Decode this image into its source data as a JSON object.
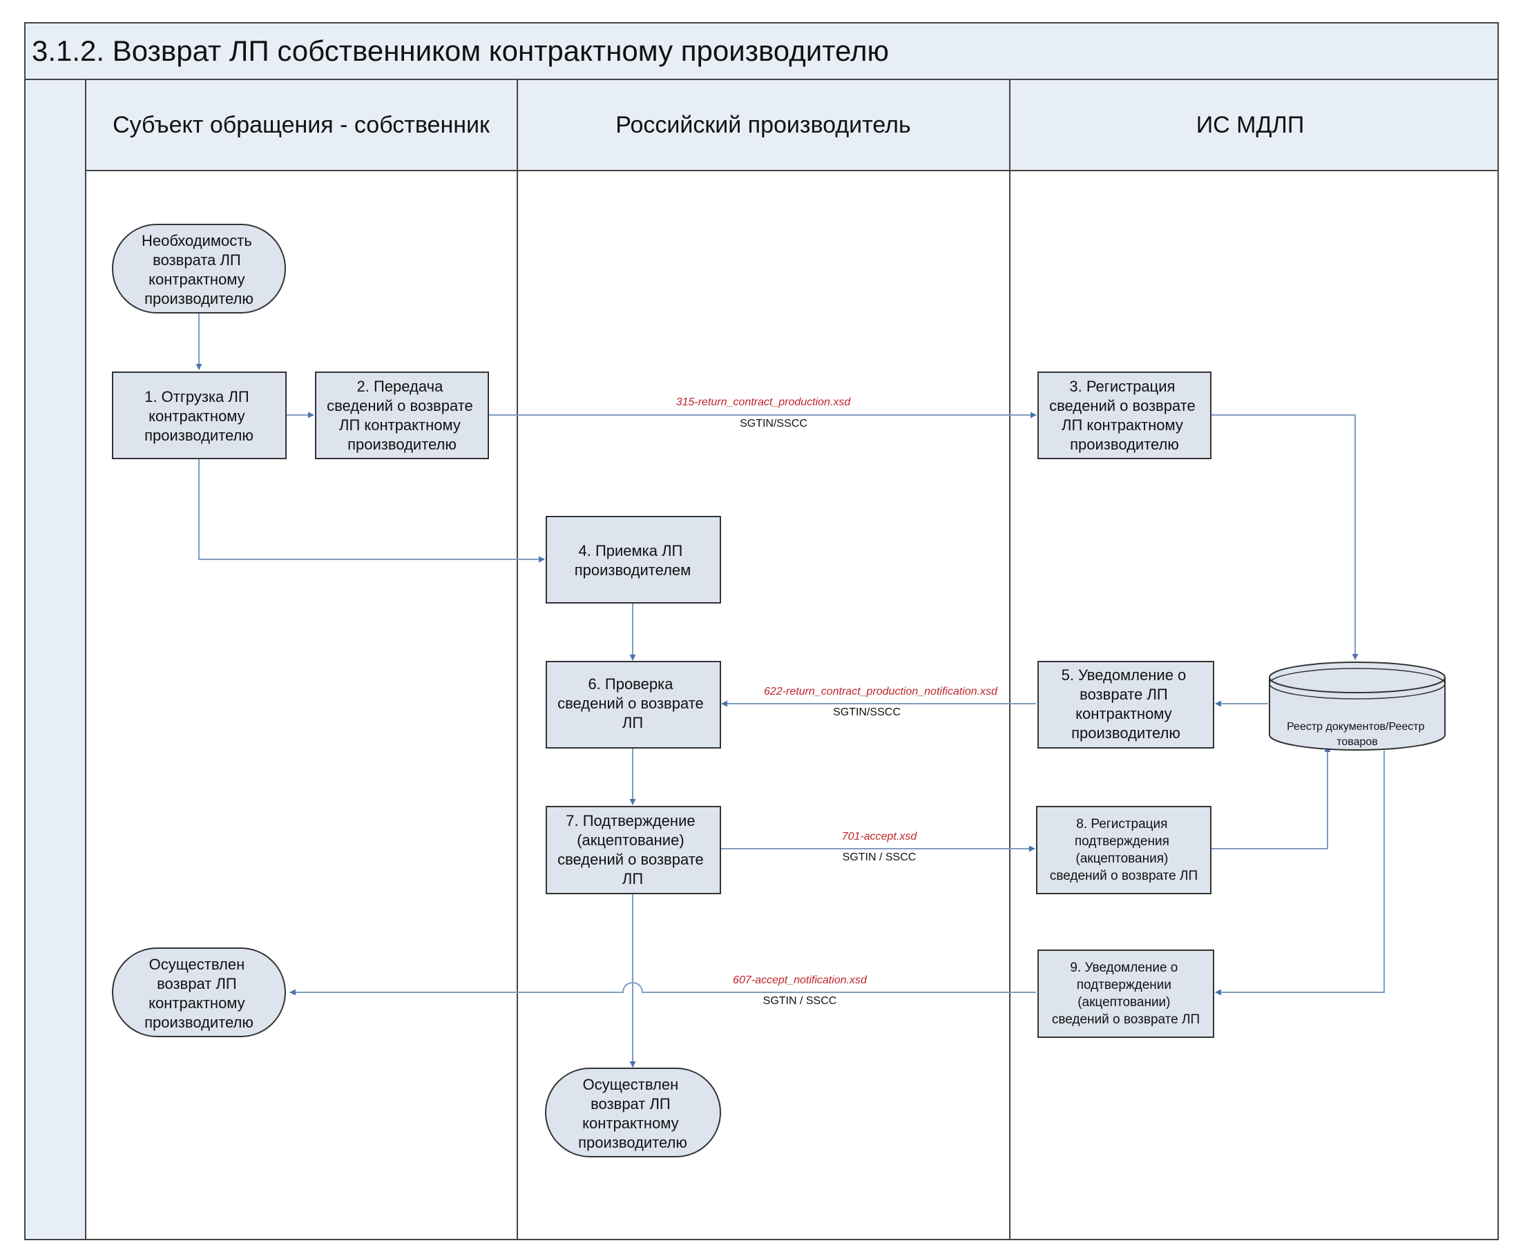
{
  "title": "3.1.2. Возврат ЛП собственником контрактному производителю",
  "lanes": [
    {
      "label": "Субъект обращения - собственник"
    },
    {
      "label": "Российский производитель"
    },
    {
      "label": "ИС МДЛП"
    }
  ],
  "nodes": {
    "start": [
      "Необходимость",
      "возврата ЛП",
      "контрактному",
      "производителю"
    ],
    "n1": [
      "1. Отгрузка ЛП",
      "контрактному",
      "производителю"
    ],
    "n2": [
      "2. Передача",
      "сведений о возврате",
      "ЛП контрактному",
      "производителю"
    ],
    "n3": [
      "3. Регистрация",
      "сведений о возврате",
      "ЛП контрактному",
      "производителю"
    ],
    "n4": [
      "4. Приемка ЛП",
      "производителем"
    ],
    "n5": [
      "5. Уведомление о",
      "возврате ЛП",
      "контрактному",
      "производителю"
    ],
    "n6": [
      "6. Проверка",
      "сведений о возврате",
      "ЛП"
    ],
    "n7": [
      "7. Подтверждение",
      "(акцептование)",
      "сведений о возврате",
      "ЛП"
    ],
    "n8": [
      "8. Регистрация",
      "подтверждения",
      "(акцептования)",
      "сведений о возврате ЛП"
    ],
    "n9": [
      "9. Уведомление о",
      "подтверждении",
      "(акцептовании)",
      "сведений о возврате ЛП"
    ],
    "end_owner": [
      "Осуществлен",
      "возврат ЛП",
      "контрактному",
      "производителю"
    ],
    "end_producer": [
      "Осуществлен",
      "возврат ЛП",
      "контрактному",
      "производителю"
    ],
    "registry": [
      "Реестр документов/Реестр",
      "товаров"
    ]
  },
  "messages": {
    "m315": {
      "schema": "315-return_contract_production.xsd",
      "ids": "SGTIN/SSCC"
    },
    "m622": {
      "schema": "622-return_contract_production_notification.xsd",
      "ids": "SGTIN/SSCC"
    },
    "m701": {
      "schema": "701-accept.xsd",
      "ids": "SGTIN / SSCC"
    },
    "m607": {
      "schema": "607-accept_notification.xsd",
      "ids": "SGTIN / SSCC"
    }
  },
  "colors": {
    "header_fill": "#e8eef5",
    "node_fill": "#dde4ee",
    "border": "#333333",
    "connector": "#7f9cc0",
    "arrowhead": "#4a72ae",
    "schema_text": "#c0242a"
  }
}
